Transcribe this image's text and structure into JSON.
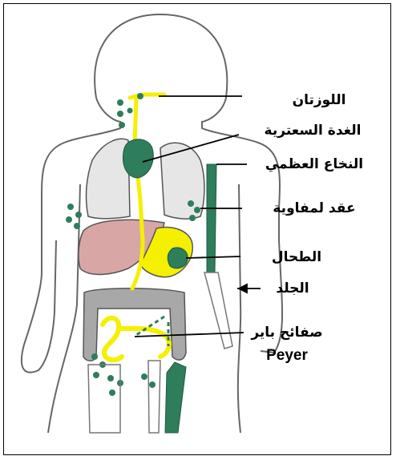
{
  "labels": {
    "tonsils": "اللوزتان",
    "thymus": "الغدة السعترية",
    "bone_marrow": "النخاع العظمي",
    "lymph_nodes": "عقد لمفاوية",
    "spleen": "الطحال",
    "skin": "الجلد",
    "peyer_ar": "صفائح باير",
    "peyer_en": "Peyer"
  },
  "colors": {
    "lymph_green": "#2e7d5b",
    "vessel_yellow": "#f5ef00",
    "liver_pink": "#d9a6a6",
    "lung_gray": "#e6e6e6",
    "intestine_gray": "#a8a8a8",
    "outline": "#555555"
  }
}
